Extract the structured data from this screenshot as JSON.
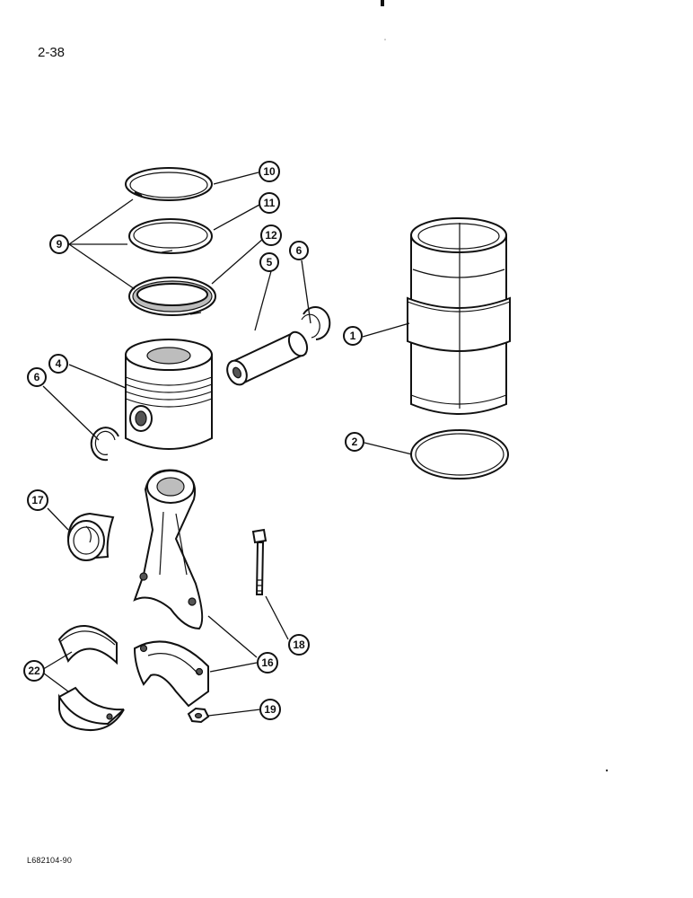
{
  "page": {
    "number": "2-38",
    "figure_code": "L682104-90"
  },
  "callouts": [
    {
      "id": "c1",
      "label": "1"
    },
    {
      "id": "c2",
      "label": "2"
    },
    {
      "id": "c4",
      "label": "4"
    },
    {
      "id": "c5",
      "label": "5"
    },
    {
      "id": "c6a",
      "label": "6"
    },
    {
      "id": "c6b",
      "label": "6"
    },
    {
      "id": "c9",
      "label": "9"
    },
    {
      "id": "c10",
      "label": "10"
    },
    {
      "id": "c11",
      "label": "11"
    },
    {
      "id": "c12",
      "label": "12"
    },
    {
      "id": "c16",
      "label": "16"
    },
    {
      "id": "c17",
      "label": "17"
    },
    {
      "id": "c18",
      "label": "18"
    },
    {
      "id": "c19",
      "label": "19"
    },
    {
      "id": "c22",
      "label": "22"
    }
  ]
}
